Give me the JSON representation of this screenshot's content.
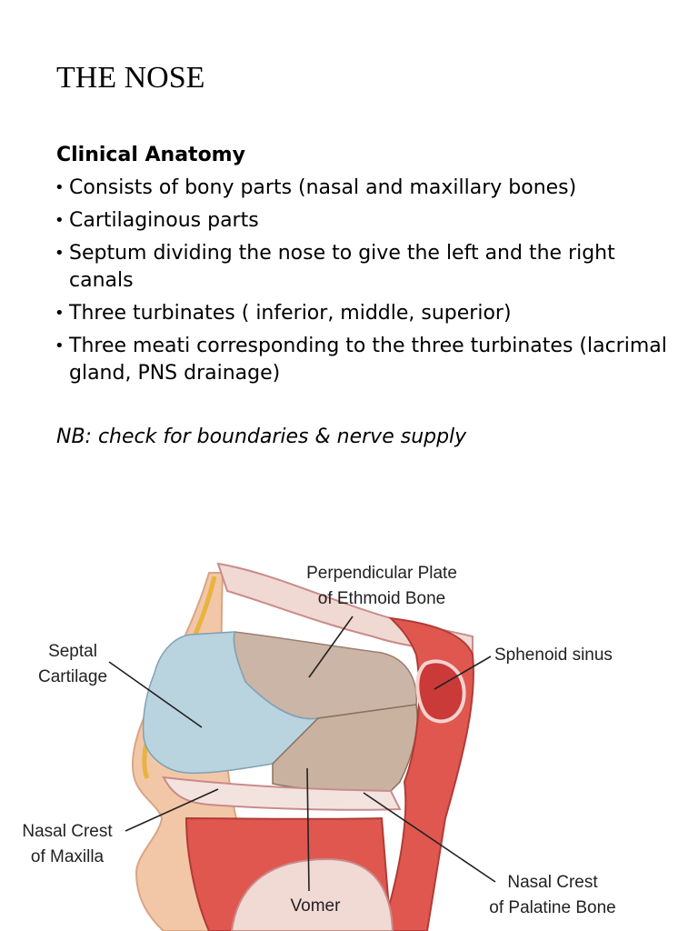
{
  "slide": {
    "title": "THE NOSE",
    "heading": "Clinical Anatomy",
    "bullets": [
      "Consists of bony parts (nasal and maxillary bones)",
      "Cartilaginous parts",
      "Septum dividing the nose to give the left and the right canals",
      "Three turbinates ( inferior, middle, superior)",
      "Three meati corresponding to the three turbinates (lacrimal gland, PNS drainage)"
    ],
    "note": "NB: check for boundaries & nerve supply"
  },
  "figure": {
    "labels": {
      "perp_line1": "Perpendicular Plate",
      "perp_line2": "of Ethmoid Bone",
      "septal_line1": "Septal",
      "septal_line2": "Cartilage",
      "sphenoid": "Sphenoid sinus",
      "maxilla_line1": "Nasal Crest",
      "maxilla_line2": "of Maxilla",
      "vomer": "Vomer",
      "palatine_line1": "Nasal Crest",
      "palatine_line2": "of Palatine Bone"
    },
    "colors": {
      "cartilage": "#b9d3df",
      "ethmoid": "#cbb5a6",
      "vomer": "#c9b29f",
      "tissue": "#e0574f",
      "skin": "#f2c7a8"
    }
  }
}
